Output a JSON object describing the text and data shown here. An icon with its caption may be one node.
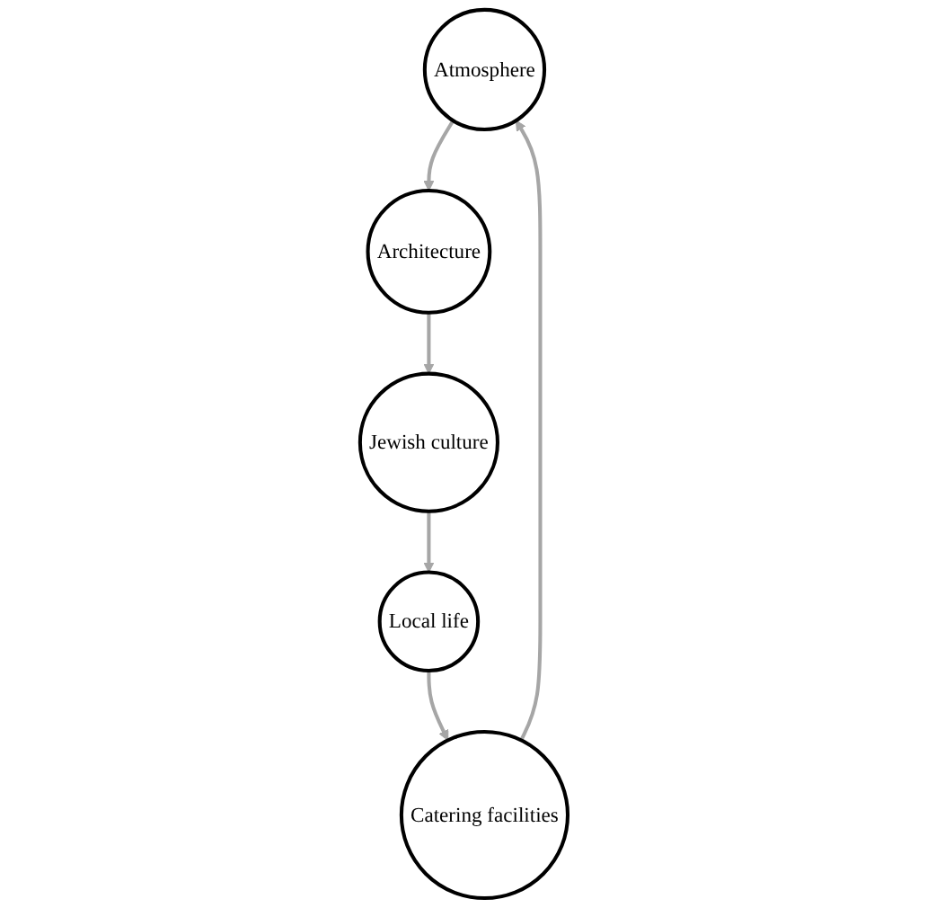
{
  "diagram": {
    "nodes": [
      {
        "text": [
          "Atmosphere"
        ]
      },
      {
        "text": [
          "Architecture"
        ]
      },
      {
        "text": [
          "Jewish culture"
        ]
      },
      {
        "text": [
          "Local life"
        ]
      },
      {
        "text": [
          "Catering facilities"
        ]
      }
    ],
    "edges": [
      {
        "from": 0,
        "to": 1,
        "arrow": "to"
      },
      {
        "from": 1,
        "to": 2,
        "arrow": "to"
      },
      {
        "from": 2,
        "to": 3,
        "arrow": "to"
      },
      {
        "from": 3,
        "to": 4,
        "arrow": "to"
      },
      {
        "from": 4,
        "to": 0,
        "arrow": "to"
      }
    ]
  }
}
